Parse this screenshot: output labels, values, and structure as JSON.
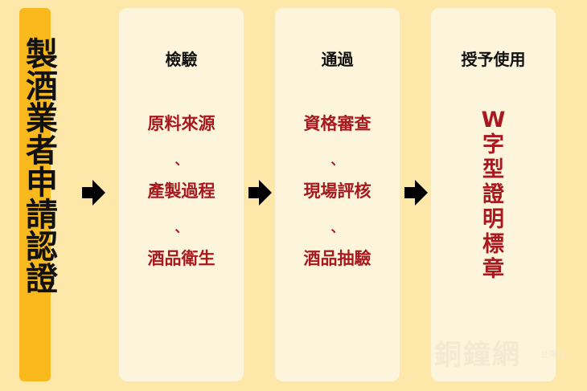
{
  "left": {
    "title": "製酒業者申請認證"
  },
  "cards": [
    {
      "heading": "檢驗",
      "items": [
        "原料來源",
        "、",
        "產製過程",
        "、",
        "酒品衛生"
      ]
    },
    {
      "heading": "通過",
      "items": [
        "資格審查",
        "、",
        "現場評核",
        "、",
        "酒品抽驗"
      ]
    },
    {
      "heading": "授予使用",
      "vertical": [
        "W",
        "字",
        "型",
        "證",
        "明",
        "標",
        "章"
      ]
    }
  ],
  "watermark": {
    "text": "銅鐘網",
    "sub": "台灣酒"
  },
  "icons": {
    "arrow": "right-arrow-icon"
  },
  "colors": {
    "background": "#fde7a9",
    "left_bar": "#f9b91d",
    "card": "#fdf4dc",
    "accent": "#a8191f"
  }
}
